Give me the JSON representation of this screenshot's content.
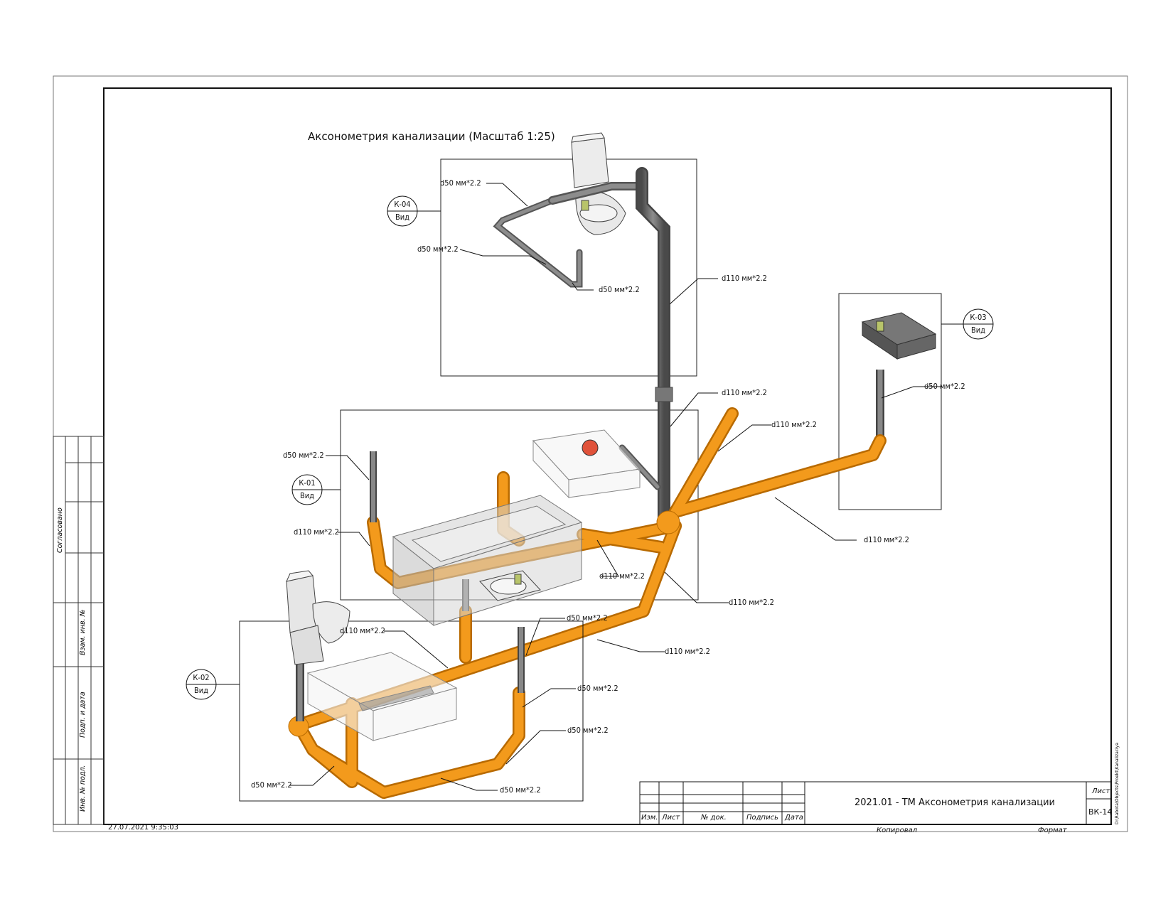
{
  "drawing": {
    "title": "Аксонометрия канализации (Масштаб 1:25)",
    "timestamp": "27.07.2021 9:35:03",
    "side_path": "D:\\Rabota\\Objects\\Proekt\\Kanalizaciya",
    "views": [
      {
        "tag": "К-04",
        "sub": "Вид"
      },
      {
        "tag": "К-01",
        "sub": "Вид"
      },
      {
        "tag": "К-03",
        "sub": "Вид"
      },
      {
        "tag": "К-02",
        "sub": "Вид"
      }
    ],
    "labels": {
      "k04_top": "d50 мм*2.2",
      "k04_mid": "d50 мм*2.2",
      "k04_low": "d50 мм*2.2",
      "riser": "d110 мм*2.2",
      "riser_low": "d110 мм*2.2",
      "diag": "d110 мм*2.2",
      "k03_pipe": "d50 мм*2.2",
      "main_right": "d110 мм*2.2",
      "k01_d50": "d50 мм*2.2",
      "k01_d110": "d110 мм*2.2",
      "bath_pipe": "d110 мм*2.2",
      "junction": "d110 мм*2.2",
      "k02_top_d50": "d50 мм*2.2",
      "k02_d110": "d110 мм*2.2",
      "main_mid": "d110 мм*2.2",
      "k02_r1": "d50 мм*2.2",
      "k02_r2": "d50 мм*2.2",
      "k02_bl": "d50 мм*2.2",
      "k02_bm": "d50 мм*2.2"
    }
  },
  "side_block": {
    "agreed": "Согласовано",
    "rows": [
      "Взам. инв. №",
      "Подп. и дата",
      "Инв. № подл."
    ]
  },
  "title_block": {
    "headers": [
      "Изм.",
      "Лист",
      "№ док.",
      "Подпись",
      "Дата"
    ],
    "name": "2021.01 - ТМ Аксонометрия канализации",
    "sheet_label": "Лист",
    "sheet_no": "ВК-14",
    "copied": "Копировал",
    "format": "Формат"
  },
  "colors": {
    "orange_pipe": "#f39a1c",
    "gray_pipe": "#6a6a6a",
    "frame": "#555555"
  }
}
